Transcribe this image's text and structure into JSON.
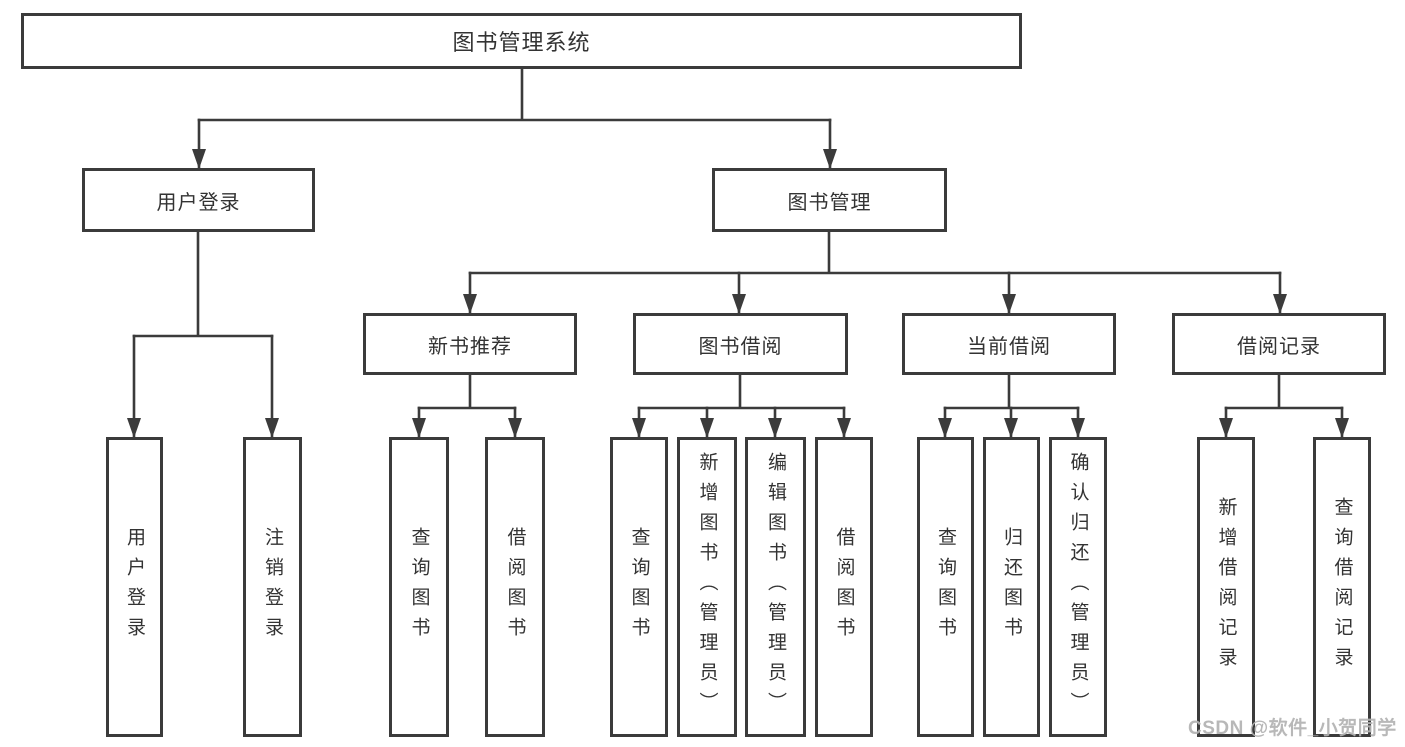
{
  "diagram": {
    "root": {
      "label": "图书管理系统"
    },
    "branches": {
      "user_login": {
        "label": "用户登录",
        "children": [
          {
            "label": "用户登录"
          },
          {
            "label": "注销登录"
          }
        ]
      },
      "book_management": {
        "label": "图书管理",
        "children": [
          {
            "label": "新书推荐",
            "children": [
              {
                "label": "查询图书"
              },
              {
                "label": "借阅图书"
              }
            ]
          },
          {
            "label": "图书借阅",
            "children": [
              {
                "label": "查询图书"
              },
              {
                "label": "新增图书（管理员）"
              },
              {
                "label": "编辑图书（管理员）"
              },
              {
                "label": "借阅图书"
              }
            ]
          },
          {
            "label": "当前借阅",
            "children": [
              {
                "label": "查询图书"
              },
              {
                "label": "归还图书"
              },
              {
                "label": "确认归还（管理员）"
              }
            ]
          },
          {
            "label": "借阅记录",
            "children": [
              {
                "label": "新增借阅记录"
              },
              {
                "label": "查询借阅记录"
              }
            ]
          }
        ]
      }
    }
  },
  "colors": {
    "line": "#3b3b3b",
    "text": "#333333",
    "watermark": "#b3b3b3",
    "background": "#ffffff"
  },
  "watermark": {
    "text": "CSDN @软件_小贺同学"
  }
}
